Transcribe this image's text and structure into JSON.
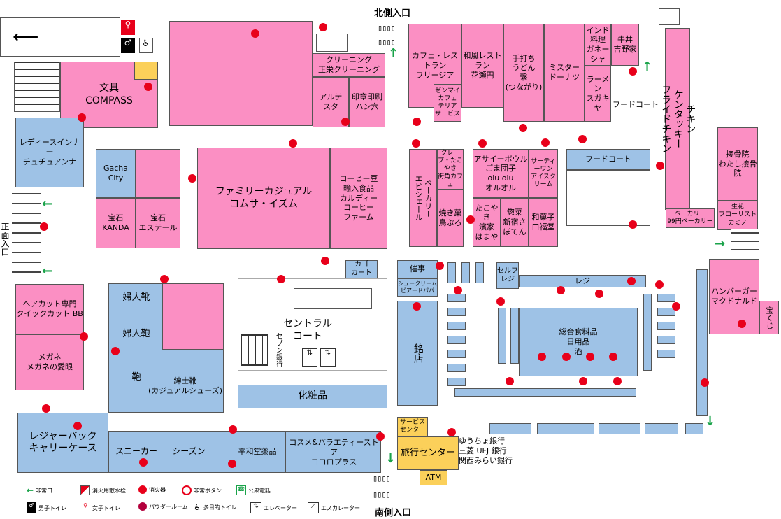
{
  "entrances": {
    "north": "北側入口",
    "front": "正面入口",
    "south": "南側入口"
  },
  "stores": {
    "bunngu": "文具\nCOMPASS",
    "ladies": "レディースインナー\nチュチュアンナ",
    "gacha": "Gacha\nCity",
    "kanda": "宝石\nKANDA",
    "esteru": "宝石\nエステール",
    "comsa": "ファミリーカジュアル\nコムサ・イズム",
    "kaldi": "コーヒー豆\n輸入食品\nカルディー\nコーヒー\nファーム",
    "cleaning": "クリーニング\n正栄クリーニング",
    "artesta": "アルテ\nスタ",
    "hanroku": "印章印刷\nハン六",
    "frijia": "カフェ・レストラン\nフリージア",
    "kanzuien": "和風レストラン\n花瀬円",
    "tsunagari": "手打ち\nうどん\n繋\n(つながり)",
    "mister": "ミスター\nドーナツ",
    "ganesha": "インド料理\nガネーシャ",
    "yoshinoya": "牛丼\n吉野家",
    "sugakiya": "ラーメン\nスガキヤ",
    "zenmai": "ゼンマイ\nカフェ\nテリア\nサービス",
    "foodcourt1": "フードコート",
    "foodcourt2": "フードコート",
    "kfc": "チキン\nケンタッキー\nフライドチキン",
    "watashi": "接骨院\nわたし接骨院",
    "bakery": "ベーカリー\n99円ベーカリー",
    "florist": "生花\nフローリスト\nカミノ",
    "bakery_epi": "ベーカリー\nエピシェール",
    "crepe": "クレープ・たこやき\n街角カフェ",
    "tapioca": "焼き菓\n鳥ぷろ",
    "asai": "アサイーボウル\nごま団子\nolu olu\nオルオル",
    "thirtyone": "サーティーワン\nアイスクリーム",
    "takoyaki": "たこやき\n濱家\nはまや",
    "shinjuku": "惣菜\n新宿さぼてん",
    "wagashi": "和菓子\n口福堂",
    "kago": "カゴ\nカート",
    "saiji": "催事",
    "shoe_cream": "シュークリーム\nビアードパパ",
    "selfreji": "セルフ\nレジ",
    "reji": "レジ",
    "meiten": "銘店",
    "food_dept": "総合食料品\n日用品\n酒",
    "mcd": "ハンバーガー\nマクドナルド",
    "takarakuji": "宝くじ",
    "haircut": "ヘアカット専門\nクイックカット BB",
    "megane": "メガネ\nメガネの愛眼",
    "fujingutsu1": "婦人靴",
    "fujingutsu2": "婦人鞄",
    "kaban": "鞄",
    "shinshi": "紳士靴\n(カジュアルシューズ)",
    "central": "セントラル\nコート",
    "seven": "セブン銀行",
    "kesho": "化粧品",
    "leisure": "レジャーバック\nキャリーケース",
    "sneaker": "スニーカー",
    "season": "シーズン",
    "heiwado": "平和堂薬品",
    "cocoplus": "コスメ&バラエティーストア\nココロプラス",
    "service": "サービス\nセンター",
    "travel": "旅行センター",
    "atm": "ATM",
    "banks": "ゆうちょ銀行\n三菱 UFJ 銀行\n関西みらい銀行"
  },
  "legend": {
    "exit": "非常口",
    "hydrant": "消火用散水栓",
    "extinguisher": "消火器",
    "alarm": "非常ボタン",
    "phone": "公衆電話",
    "men": "男子トイレ",
    "women": "女子トイレ",
    "powder": "パウダールーム",
    "accessible": "多目的トイレ",
    "elevator": "エレベーター",
    "escalator": "エスカレーター"
  },
  "colors": {
    "store": "#fb8fc3",
    "service": "#9ec2e6",
    "info": "#fbd05a",
    "extinguisher": "#e8001a",
    "exit_arrow": "#1aa34a"
  }
}
